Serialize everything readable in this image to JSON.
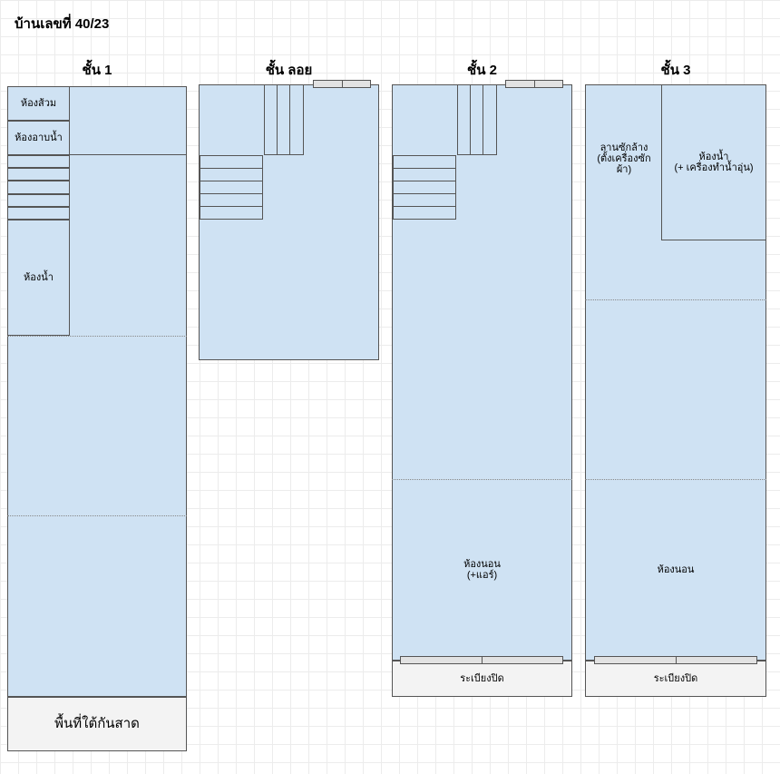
{
  "page_title": "บ้านเลขที่ 40/23",
  "floors": {
    "floor1": {
      "title": "ชั้น 1"
    },
    "mezzanine": {
      "title": "ชั้น ลอย"
    },
    "floor2": {
      "title": "ชั้น 2"
    },
    "floor3": {
      "title": "ชั้น 3"
    }
  },
  "rooms": {
    "f1_toilet": "ห้องส้วม",
    "f1_shower": "ห้องอาบน้ำ",
    "f1_bathroom": "ห้องน้ำ",
    "f1_canopy": "พื้นที่ใต้กันสาด",
    "f2_bedroom": "ห้องนอน\n(+แอร์)",
    "f2_balcony": "ระเบียงปิด",
    "f3_laundry": "ลานซักล้าง\n(ตั้งเครื่องซัก\nผ้า)",
    "f3_bathroom": "ห้องน้ำ\n(+ เครื่องทำน้ำอุ่น)",
    "f3_bedroom": "ห้องนอน",
    "f3_balcony": "ระเบียงปิด"
  },
  "colors": {
    "room_fill": "#cfe2f3",
    "outdoor_fill": "#f3f3f3",
    "window_fill": "#e2e2e2",
    "wall": "#555555"
  }
}
